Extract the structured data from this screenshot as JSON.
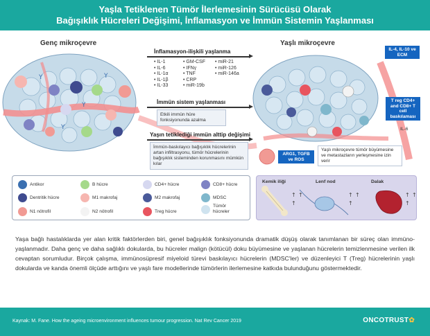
{
  "header": {
    "title_line1": "Yaşla Tetiklenen Tümör İlerlemesinin Sürücüsü Olarak",
    "title_line2": "Bağışıklık Hücreleri Değişimi, İnflamasyon ve İmmün Sistemin Yaşlanması"
  },
  "diagram": {
    "young_label": "Genç mikroçevre",
    "old_label": "Yaşlı mikroçevre",
    "inflammation": {
      "title": "İnflamasyon-ilişkili yaşlanma",
      "col1": [
        "IL-1",
        "IL-6",
        "IL-1α",
        "IL-1β",
        "IL-33"
      ],
      "col2": [
        "GM-CSF",
        "IFNγ",
        "TNF",
        "CRP",
        "miR-19b"
      ],
      "col3": [
        "miR-21",
        "miR-126",
        "miR-146a"
      ]
    },
    "immune_aging": {
      "title": "İmmün sistem yaşlanması",
      "text": "Etkili immün hüre fonksiyonunda azalma"
    },
    "subtype": {
      "title": "Yaşın tetiklediği immün alttip değişimi",
      "text": "İmmün-baskılayıcı bağışıklık hücrelerinin artan infiltrasyonu, tümör hücrelerinin bağışıklık sisteminden korunmasını mümkün kılar"
    },
    "tags": {
      "il4": "IL-4, IL-10 ve ECM",
      "treg": "T reg CD4+ and CD8+ T cell baskılaması",
      "il6": "IL-6",
      "arg": "ARG1, TGFB ve ROS",
      "aged_text": "Yaşlı mikroçevre tümör büyümesine ve metastazların yerleşmesine izin verir"
    }
  },
  "legend": {
    "items": [
      {
        "label": "Antikor",
        "color": "#3a6fb0"
      },
      {
        "label": "B hücre",
        "color": "#a5d98a"
      },
      {
        "label": "CD4+ hücre",
        "color": "#d6d8f0"
      },
      {
        "label": "CD8+ hücre",
        "color": "#7f83c4"
      },
      {
        "label": "Dentritik hücre",
        "color": "#3f4b8f"
      },
      {
        "label": "M1 makrofaj",
        "color": "#f6b6b0"
      },
      {
        "label": "M2 makrofaj",
        "color": "#4a5a9a"
      },
      {
        "label": "MDSC",
        "color": "#7fb7cc"
      },
      {
        "label": "N1 nötrofil",
        "color": "#f19a94"
      },
      {
        "label": "N2 nötrofil",
        "color": "#f3f3f3"
      },
      {
        "label": "Treg hücre",
        "color": "#e8555f"
      },
      {
        "label": "Tümör hücreler",
        "color": "#cfe3ef"
      }
    ]
  },
  "organs": {
    "bone": "Kemik iliği",
    "lymph": "Lenf nod",
    "spleen": "Dalak"
  },
  "paragraph": "Yaşa bağlı hastalıklarda yer alan kritik faktörlerden biri, genel bağışıklık fonksiyonunda dramatik düşüş olarak tanımlanan bir süreç olan immüno-yaşlanmadır. Daha genç ve daha sağlıklı dokularda, bu hücreler malign (kötücül) doku büyümesine ve yaşlanan hücrelerin temizlenmesine verilen ilk cevaptan sorumludur. Birçok çalışma, immünosüpresif miyeloid türevi baskılayıcı hücrelerin (MDSC'ler) ve düzenleyici T (Treg) hücrelerinin yaşlı dokularda ve kanda önemli ölçüde arttığını ve yaşlı fare modellerinde tümörlerin ilerlemesine katkıda bulunduğunu göstermektedir.",
  "footer": {
    "source": "Kaynak: M. Fane. How the ageing microenvironment influences tumour progression. Nat Rev Cancer 2019",
    "logo_main": "ONCOTRUST",
    "logo_mark": "✿"
  }
}
